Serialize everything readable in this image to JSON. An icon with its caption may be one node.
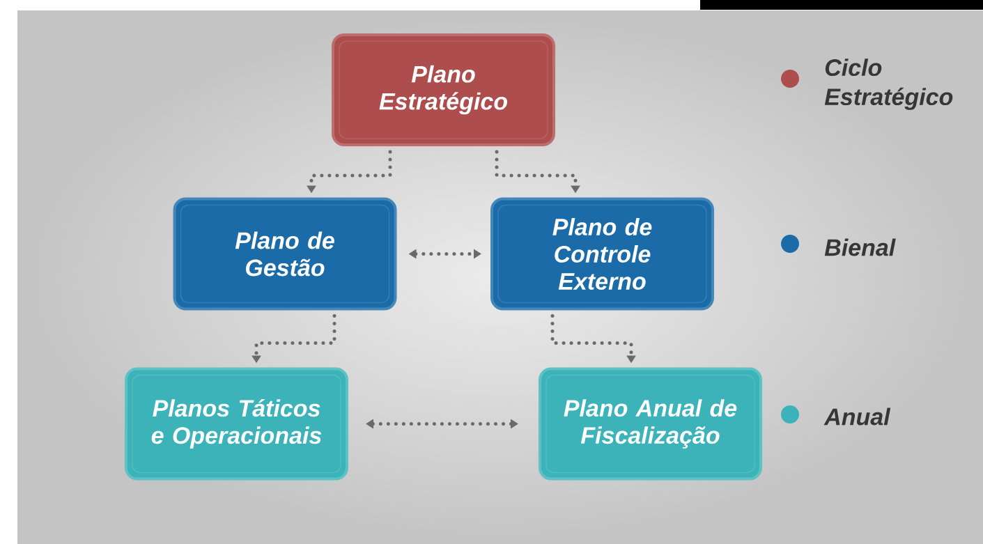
{
  "diagram": {
    "nodes": [
      {
        "text": [
          "Plano Estratégico"
        ]
      },
      {
        "text": [
          "Plano de Gestão"
        ]
      },
      {
        "text": [
          "Plano de Controle Externo"
        ]
      },
      {
        "text": [
          "Planos Táticos e Operacionais"
        ]
      },
      {
        "text": [
          "Plano Anual de Fiscalização"
        ]
      }
    ],
    "edges": [
      {
        "from": 0,
        "to": 1,
        "arrow": "to"
      },
      {
        "from": 0,
        "to": 2,
        "arrow": "to"
      },
      {
        "from": 1,
        "to": 2,
        "arrow": "both"
      },
      {
        "from": 1,
        "to": 3,
        "arrow": "to"
      },
      {
        "from": 2,
        "to": 4,
        "arrow": "to"
      },
      {
        "from": 3,
        "to": 4,
        "arrow": "both"
      }
    ],
    "legend": [
      {
        "text": "Ciclo Estratégico",
        "color": "#ad4d4d"
      },
      {
        "text": "Bienal",
        "color": "#1a6ba8"
      },
      {
        "text": "Anual",
        "color": "#3bb3b9"
      }
    ]
  }
}
